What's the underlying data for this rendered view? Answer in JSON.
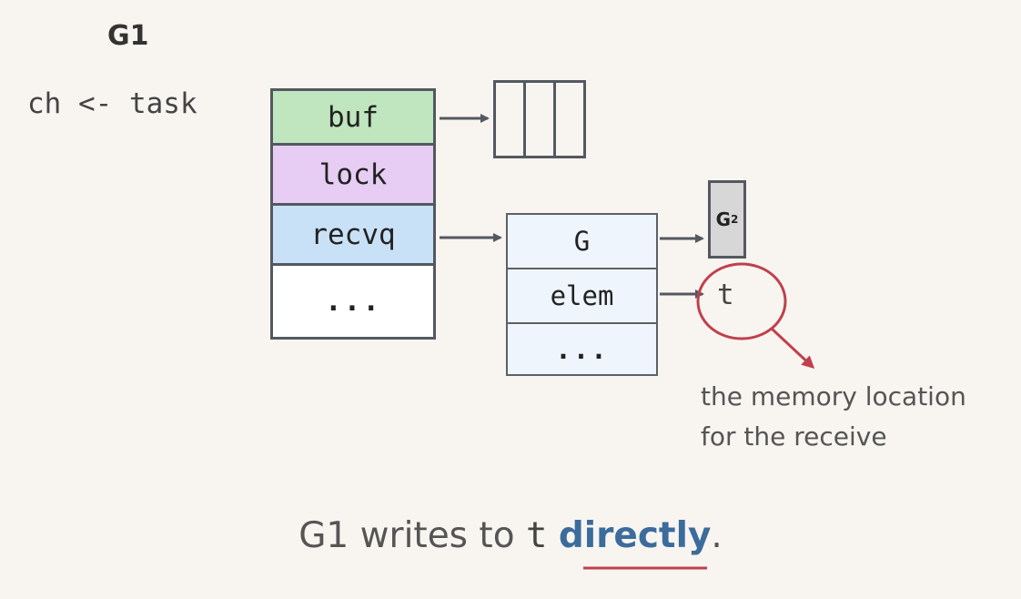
{
  "goroutine_label": "G1",
  "code": "ch <- task",
  "hchan": {
    "buf": "buf",
    "lock": "lock",
    "recvq": "recvq",
    "more": "..."
  },
  "sudog": {
    "g": "G",
    "elem": "elem",
    "more": "..."
  },
  "g2": {
    "letter": "G",
    "sub": "2"
  },
  "target_var": "t",
  "note": {
    "line1": "the memory location",
    "line2": "for the receive"
  },
  "caption": {
    "prefix": "G1 writes to ",
    "var": "t",
    "emphasis": "directly",
    "suffix": "."
  },
  "colors": {
    "highlight_red": "#c0404d",
    "emphasis_blue": "#3c6c9c",
    "arrow": "#545860"
  }
}
